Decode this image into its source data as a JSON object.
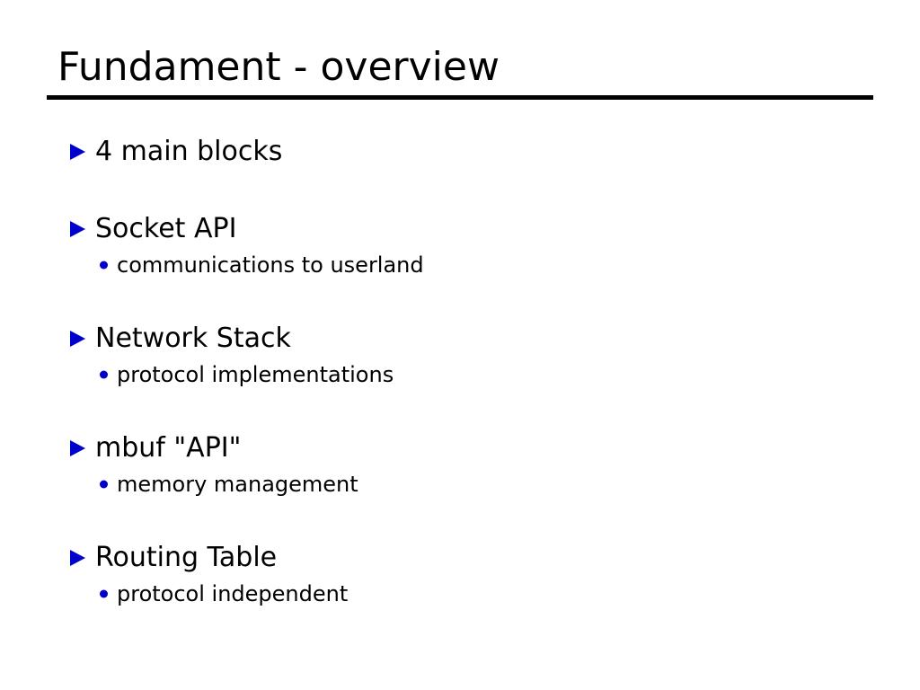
{
  "slide": {
    "title": "Fundament - overview",
    "background_color": "#ffffff",
    "text_color": "#000000",
    "accent_color": "#0000cc",
    "rule_color": "#000000",
    "bullet_level1_icon": "triangle-right-bullet",
    "bullet_level2_icon": "dot-bullet",
    "outline": [
      {
        "label": "4 main blocks",
        "children": []
      },
      {
        "label": "Socket API",
        "children": [
          {
            "label": "communications to userland"
          }
        ]
      },
      {
        "label": "Network Stack",
        "children": [
          {
            "label": "protocol implementations"
          }
        ]
      },
      {
        "label": "mbuf \"API\"",
        "children": [
          {
            "label": "memory management"
          }
        ]
      },
      {
        "label": "Routing Table",
        "children": [
          {
            "label": "protocol independent"
          }
        ]
      }
    ]
  }
}
